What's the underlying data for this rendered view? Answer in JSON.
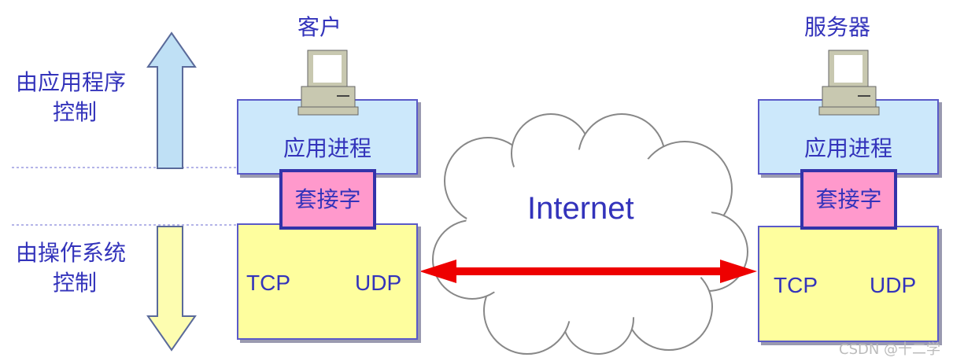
{
  "left_labels": {
    "app_control": [
      "由应用程序",
      "控制"
    ],
    "os_control": [
      "由操作系统",
      "控制"
    ]
  },
  "client": {
    "title": "客户",
    "app_process": "应用进程",
    "socket": "套接字",
    "tcp": "TCP",
    "udp": "UDP"
  },
  "server": {
    "title": "服务器",
    "app_process": "应用进程",
    "socket": "套接字",
    "tcp": "TCP",
    "udp": "UDP"
  },
  "network": {
    "label": "Internet"
  },
  "watermark": "CSDN @十二学",
  "colors": {
    "text": "#3333bb",
    "app_box": "#cce8fb",
    "socket_box": "#ff99cc",
    "transport_box": "#fefe9e",
    "arrow": "#ee0000"
  }
}
